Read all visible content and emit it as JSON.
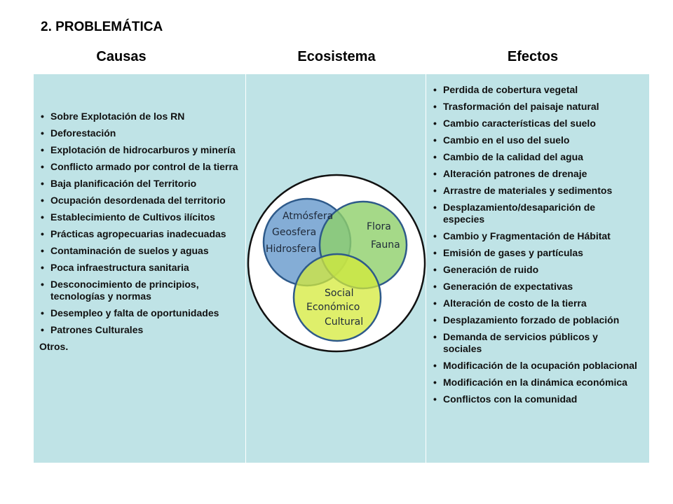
{
  "title": "2. PROBLEMÁTICA",
  "headers": {
    "causas": "Causas",
    "ecosistema": "Ecosistema",
    "efectos": "Efectos"
  },
  "causas": [
    "Sobre Explotación de los RN",
    "Deforestación",
    "Explotación de hidrocarburos y minería",
    "Conflicto armado por control de la tierra",
    "Baja planificación del Territorio",
    "Ocupación desordenada del territorio",
    "Establecimiento de Cultivos ilícitos",
    "Prácticas agropecuarias inadecuadas",
    "Contaminación de suelos y aguas",
    "Poca infraestructura sanitaria",
    "Desconocimiento de principios, tecnologías y normas",
    "Desempleo y falta de oportunidades",
    "Patrones Culturales"
  ],
  "otros": "Otros.",
  "ecosistema": {
    "blue": [
      "Atmósfera",
      "Geosfera",
      "Hidrosfera"
    ],
    "green": [
      "Flora",
      "Fauna"
    ],
    "yellow": [
      "Social",
      "Económico",
      "Cultural"
    ],
    "colors": {
      "blue": "#6f9fcf",
      "green": "#8fd06a",
      "yellow": "#d4ea3a",
      "stroke": "#2e5a8a"
    }
  },
  "efectos": [
    "Perdida de cobertura vegetal",
    "Trasformación del paisaje natural",
    "Cambio características del suelo",
    "Cambio en el uso del suelo",
    "Cambio de la calidad del agua",
    "Alteración patrones de drenaje",
    "Arrastre de materiales y sedimentos",
    "Desplazamiento/desaparición de especies",
    "Cambio y Fragmentación de Hábitat",
    "Emisión de gases y partículas",
    "Generación de ruido",
    "Generación de expectativas",
    "Alteración de costo de la tierra",
    "Desplazamiento forzado de población",
    "Demanda de servicios públicos y sociales",
    "Modificación de la ocupación poblacional",
    "Modificación en la dinámica económica",
    "Conflictos con la comunidad"
  ]
}
